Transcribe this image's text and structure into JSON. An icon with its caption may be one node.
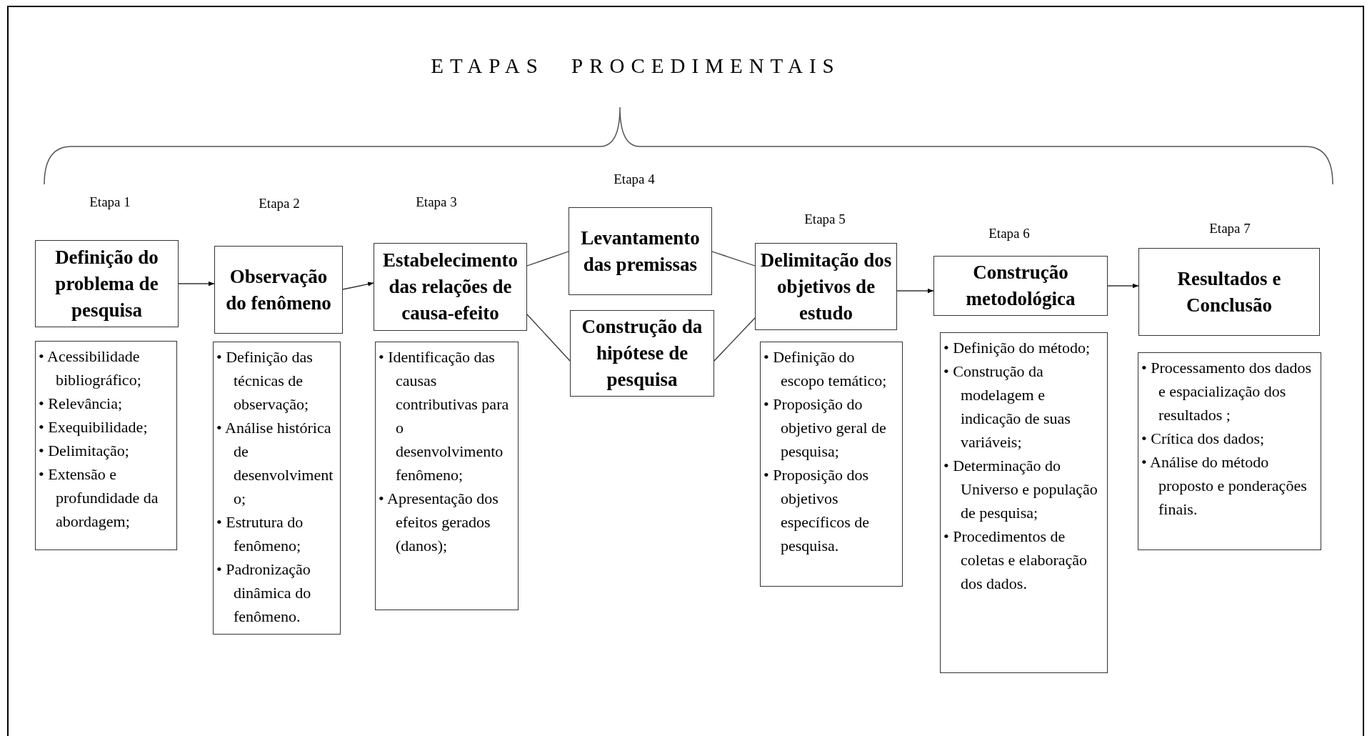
{
  "diagram": {
    "title": "ETAPAS PROCEDIMENTAIS",
    "nodes": [
      {
        "text": [
          "Definição do problema de pesquisa"
        ],
        "beside": [
          "Etapa 1"
        ]
      },
      {
        "text": [
          "• Acessibilidade bibliográfico;",
          "• Relevância;",
          "• Exequibilidade;",
          "• Delimitação;",
          "• Extensão e profundidade da abordagem;"
        ]
      },
      {
        "text": [
          "Observação do fenômeno"
        ],
        "beside": [
          "Etapa 2"
        ]
      },
      {
        "text": [
          "• Definição das técnicas de observação;",
          "• Análise histórica de desenvolvimento;",
          "• Estrutura do fenômeno;",
          "• Padronização dinâmica do fenômeno."
        ]
      },
      {
        "text": [
          "Estabelecimento das relações de causa-efeito"
        ],
        "beside": [
          "Etapa 3"
        ]
      },
      {
        "text": [
          "• Identificação das causas contributivas para o desenvolvimento fenômeno;",
          "• Apresentação dos efeitos gerados (danos);"
        ]
      },
      {
        "text": [
          "Levantamento das premissas"
        ],
        "beside": [
          "Etapa 4"
        ]
      },
      {
        "text": [
          "Construção da hipótese de pesquisa"
        ]
      },
      {
        "text": [
          "Delimitação dos objetivos de estudo"
        ],
        "beside": [
          "Etapa 5"
        ]
      },
      {
        "text": [
          "• Definição do escopo temático;",
          "• Proposição do objetivo geral de pesquisa;",
          "• Proposição dos objetivos específicos de pesquisa."
        ]
      },
      {
        "text": [
          "Construção metodológica"
        ],
        "beside": [
          "Etapa 6"
        ]
      },
      {
        "text": [
          "• Definição do método;",
          "• Construção da modelagem e indicação de suas variáveis;",
          "• Determinação do Universo e população de pesquisa;",
          "• Procedimentos de coletas e elaboração dos dados."
        ]
      },
      {
        "text": [
          "Resultados e Conclusão"
        ],
        "beside": [
          "Etapa 7"
        ]
      },
      {
        "text": [
          "• Processamento dos dados e espacialização dos resultados ;",
          "• Crítica dos dados;",
          "• Análise do método proposto e ponderações finais."
        ]
      }
    ],
    "edges": [
      {
        "from": 0,
        "to": 2,
        "arrow": "to"
      },
      {
        "from": 2,
        "to": 4,
        "arrow": "to"
      },
      {
        "from": 4,
        "to": 6,
        "arrow": "none"
      },
      {
        "from": 4,
        "to": 7,
        "arrow": "none"
      },
      {
        "from": 6,
        "to": 8,
        "arrow": "none"
      },
      {
        "from": 7,
        "to": 8,
        "arrow": "none"
      },
      {
        "from": 8,
        "to": 10,
        "arrow": "to"
      },
      {
        "from": 10,
        "to": 12,
        "arrow": "to"
      }
    ]
  }
}
